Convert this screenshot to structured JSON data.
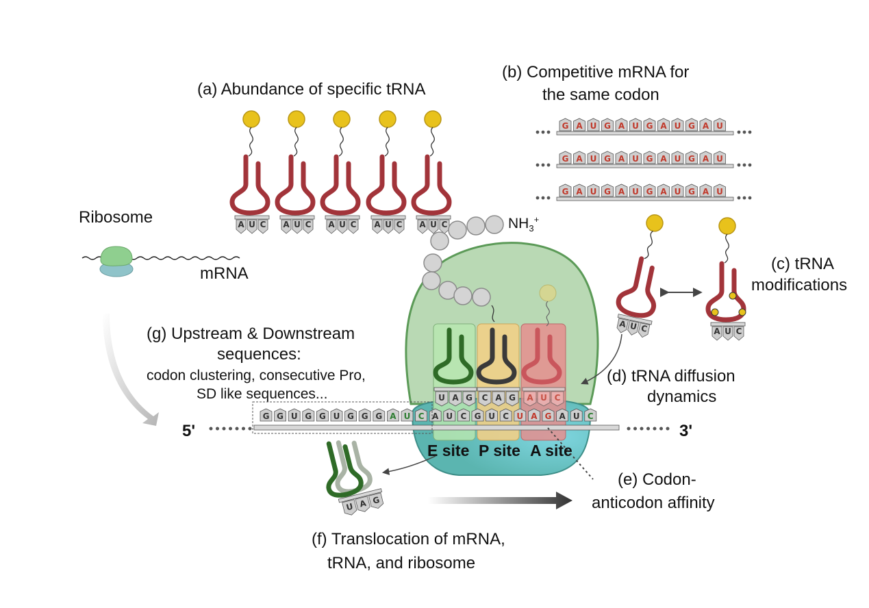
{
  "labels": {
    "a": "(a) Abundance of specific tRNA",
    "b_line1": "(b) Competitive mRNA for",
    "b_line2": "the same codon",
    "c_line1": "(c) tRNA",
    "c_line2": "modifications",
    "d_line1": "(d) tRNA diffusion",
    "d_line2": "dynamics",
    "e_line1": "(e) Codon-",
    "e_line2": "anticodon affinity",
    "f_line1": "(f) Translocation of mRNA,",
    "f_line2": "tRNA, and ribosome",
    "g_line1": "(g) Upstream & Downstream",
    "g_line2": "sequences:",
    "g_line3": "codon clustering, consecutive Pro,",
    "g_line4": "SD like sequences...",
    "ribosome": "Ribosome",
    "mrna": "mRNA",
    "nh3": "NH",
    "nh3_sub": "3",
    "nh3_sup": "+",
    "five_prime": "5'",
    "three_prime": "3'",
    "e_site": "E site",
    "p_site": "P site",
    "a_site": "A site"
  },
  "anticodon_auc": [
    "A",
    "U",
    "C"
  ],
  "competitive_mrna": [
    "G",
    "A",
    "U",
    "G",
    "A",
    "U",
    "G",
    "A",
    "U",
    "G",
    "A",
    "U"
  ],
  "main_mrna": [
    "G",
    "G",
    "U",
    "G",
    "G",
    "U",
    "G",
    "G",
    "G",
    "A",
    "U",
    "C",
    "A",
    "U",
    "C",
    "G",
    "U",
    "C",
    "U",
    "A",
    "G",
    "A",
    "U",
    "C"
  ],
  "site_anticodons": {
    "e": [
      "U",
      "A",
      "G"
    ],
    "p": [
      "C",
      "A",
      "G"
    ],
    "a": [
      "A",
      "U",
      "C"
    ]
  },
  "exiting_anticodon": [
    "U",
    "A",
    "G"
  ],
  "colors": {
    "trna": "#a2343a",
    "amino": "#e8c21c",
    "ribo_large": "#b9d9b4",
    "ribo_small": "#5bb5b0",
    "e_site": "#b7e6b0",
    "p_site": "#f1cf87",
    "a_site": "#e58e8e",
    "nuc_red": "#c0392b",
    "nuc_green": "#2e7d32",
    "nuc_dark": "#333333"
  }
}
